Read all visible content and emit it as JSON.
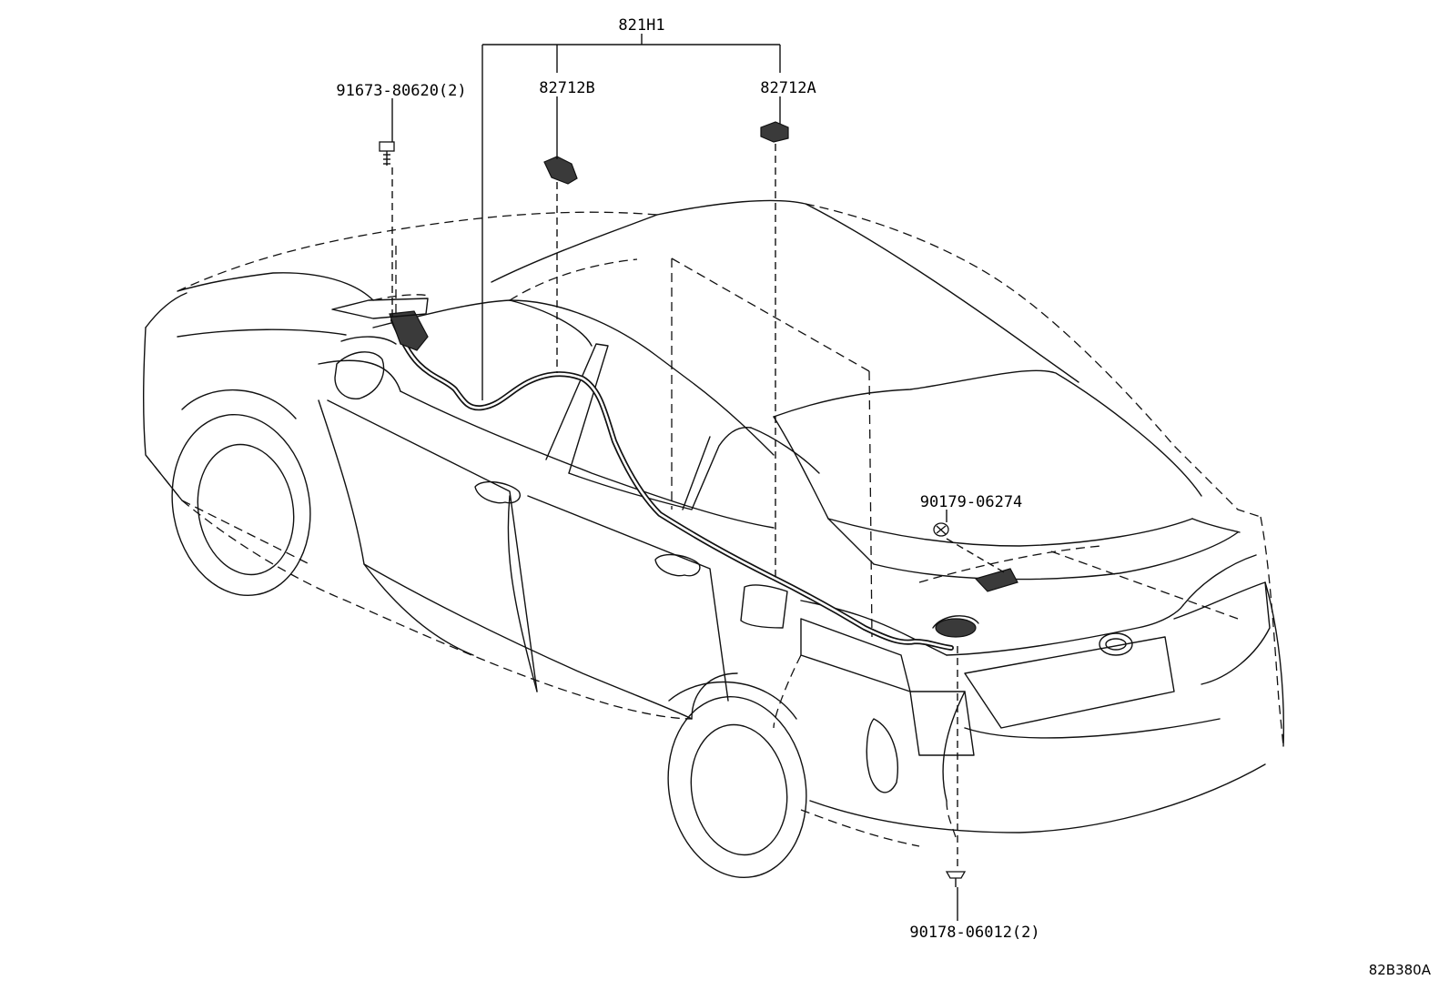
{
  "diagram": {
    "labels": {
      "harness_assy": "821H1",
      "connector_b": "82712B",
      "connector_a": "82712A",
      "screw": "91673-80620(2)",
      "clip": "90179-06274",
      "grommet_clip": "90178-06012(2)",
      "drawing_ref": "82B380A"
    }
  }
}
